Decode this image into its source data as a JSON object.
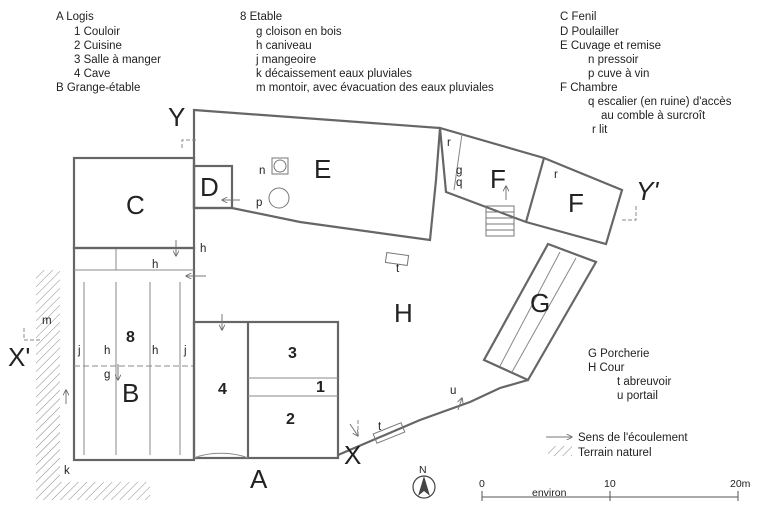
{
  "legend_left": {
    "a_title": "A  Logis",
    "a1": "1  Couloir",
    "a2": "2  Cuisine",
    "a3": "3  Salle à manger",
    "a4": "4  Cave",
    "b": "B   Grange-étable"
  },
  "legend_mid": {
    "title": "8  Etable",
    "g": "g  cloison en bois",
    "h": "h  caniveau",
    "j": "j  mangeoire",
    "k": "k  décaissement eaux pluviales",
    "m": "m  montoir, avec évacuation des eaux pluviales"
  },
  "legend_right": {
    "c": "C   Fenil",
    "d": "D   Poulailler",
    "e": "E   Cuvage et remise",
    "n": "n  pressoir",
    "p": "p  cuve à vin",
    "f": "F   Chambre",
    "q1": "q  escalier (en ruine) d'accès",
    "q2": "au comble à surcroît",
    "r": "r  lit"
  },
  "legend_bottom": {
    "g": "G  Porcherie",
    "h": "H  Cour",
    "t": "t  abreuvoir",
    "u": "u  portail"
  },
  "key": {
    "flow": "Sens de l'écoulement",
    "terrain": "Terrain naturel"
  },
  "scale": {
    "zero": "0",
    "ten": "10",
    "twenty": "20m",
    "approx": "environ"
  },
  "north": "N",
  "sections": {
    "y": "Y",
    "y_prime": "Y'",
    "x": "X",
    "x_prime": "X'"
  },
  "rooms": {
    "A": "A",
    "B": "B",
    "C": "C",
    "D": "D",
    "E": "E",
    "F1": "F",
    "F2": "F",
    "G": "G",
    "H": "H",
    "n1": "1",
    "n2": "2",
    "n3": "3",
    "n4": "4",
    "n8": "8"
  },
  "letters": {
    "n": "n",
    "p": "p",
    "r1": "r",
    "r2": "r",
    "g_q": "g",
    "q": "q",
    "t1": "t",
    "t2": "t",
    "u": "u",
    "h1": "h",
    "h2": "h",
    "h3": "h",
    "h4": "h",
    "j1": "j",
    "j2": "j",
    "g8": "g",
    "m": "m",
    "k": "k"
  }
}
